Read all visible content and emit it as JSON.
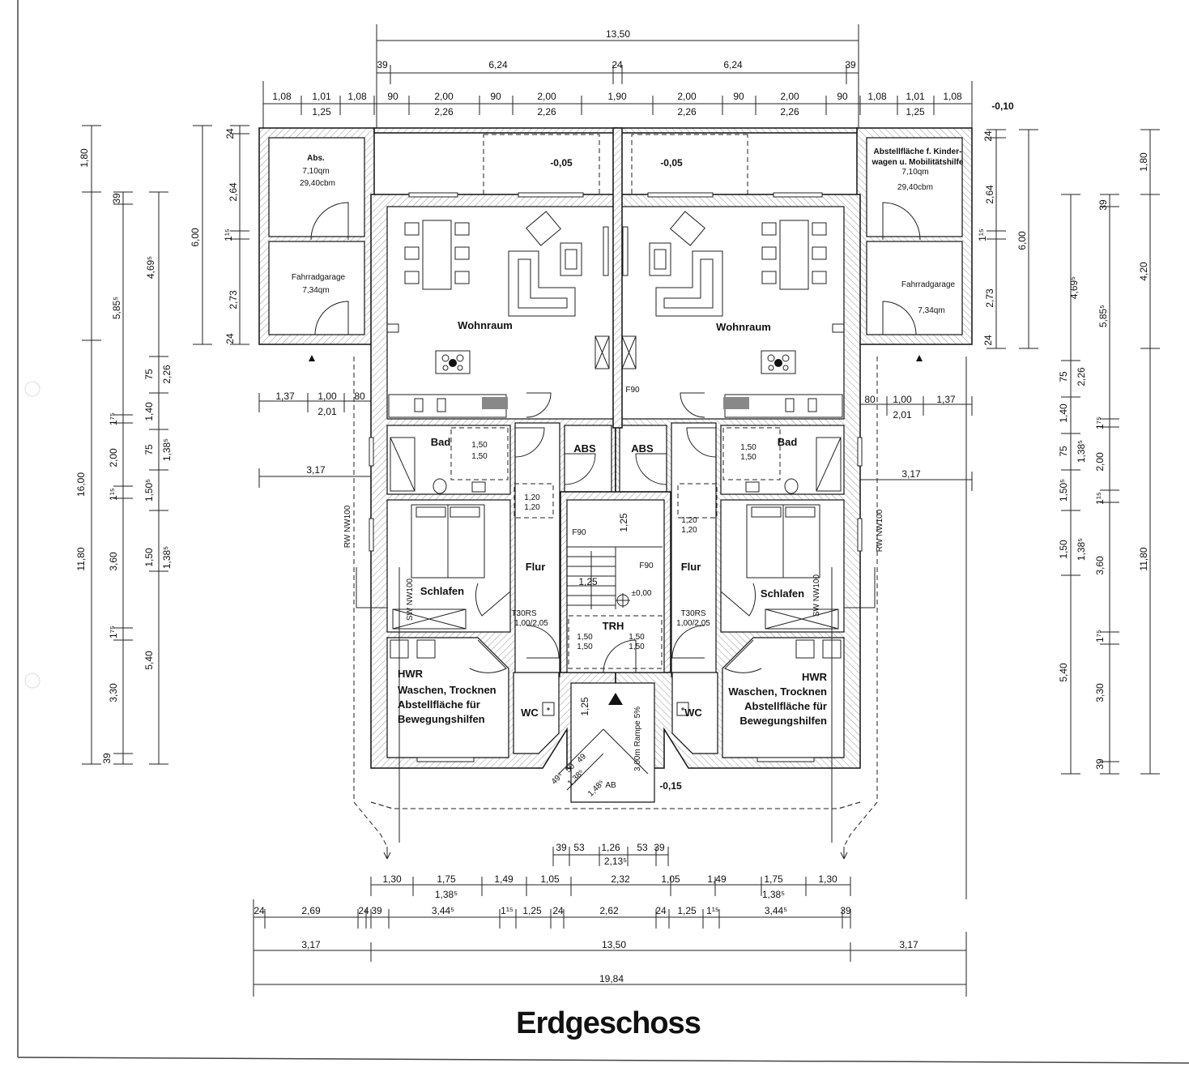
{
  "title": "Erdgeschoss",
  "level_top": "-0,10",
  "dims": {
    "top_total": "13,50",
    "top_row2": [
      "39",
      "6,24",
      "24",
      "6,24",
      "39"
    ],
    "top_row3": [
      "1,08",
      "1,01",
      "1,08",
      "90",
      "2,00",
      "90",
      "2,00",
      "1,90",
      "2,00",
      "90",
      "2,00",
      "90",
      "1,08",
      "1,01",
      "1,08"
    ],
    "top_row3b": [
      "1,25",
      "2,26",
      "2,26",
      "2,26",
      "2,26",
      "1,25"
    ],
    "left_outer": [
      "1,80",
      "16,00",
      "11,80"
    ],
    "left_col2": [
      "39",
      "5,85⁵",
      "1⁷⁵",
      "2,00",
      "1¹⁵",
      "3,60",
      "1⁷⁵",
      "3,30",
      "39"
    ],
    "left_col3": [
      "4,69⁵",
      "75",
      "2,26",
      "1,40",
      "75",
      "1,38⁵",
      "1,50⁵",
      "1,50",
      "1,38⁵",
      "5,40"
    ],
    "left_shed": [
      "6,00",
      "24",
      "2,64",
      "1¹⁵",
      "2,73",
      "24"
    ],
    "right_shed": [
      "24",
      "2,64",
      "1¹⁵",
      "2,73",
      "24",
      "6,00"
    ],
    "right_col3": [
      "4,69⁵",
      "75",
      "2,26",
      "1,40",
      "75",
      "1,38⁵",
      "1,50⁵",
      "1,50",
      "1,38⁵",
      "5,40"
    ],
    "right_col2": [
      "39",
      "5,85⁵",
      "1⁷⁵",
      "2,00",
      "1¹⁵",
      "3,60",
      "1⁷⁵",
      "3,30",
      "39"
    ],
    "right_outer": [
      "1,80",
      "4,20",
      "11,80"
    ],
    "side_left": [
      "1,37",
      "1,00",
      "80",
      "2,01",
      "3,17"
    ],
    "side_right": [
      "80",
      "1,00",
      "1,37",
      "2,01",
      "3,17"
    ],
    "bottom_ramp": [
      "39",
      "53",
      "1,26",
      "53",
      "39"
    ],
    "bottom_ramp_total": "2,13⁵",
    "bottom_row1": [
      "1,30",
      "1,75",
      "1,49",
      "1,05",
      "2,32",
      "1,05",
      "1,49",
      "1,75",
      "1,30"
    ],
    "bottom_row1b": [
      "1,38⁵",
      "1,38⁵"
    ],
    "bottom_row2": [
      "24",
      "2,69",
      "24",
      "39",
      "3,44⁵",
      "1¹⁵",
      "1,25",
      "24",
      "2,62",
      "24",
      "1,25",
      "1¹⁵",
      "3,44⁵",
      "39"
    ],
    "bottom_row3": [
      "3,17",
      "13,50",
      "3,17"
    ],
    "bottom_total": "19,84"
  },
  "sheds": {
    "left": {
      "name": "Abs.",
      "area": "7,10qm",
      "volume": "29,40cbm",
      "garage": "Fahrradgarage",
      "garage_area": "7,34qm"
    },
    "right": {
      "name1": "Abstellfläche f. Kinder-",
      "name2": "wagen u. Mobilitätshilfe",
      "area": "7,10qm",
      "volume": "29,40cbm",
      "garage": "Fahrradgarage",
      "garage_area": "7,34qm"
    }
  },
  "terrace_levels": [
    "-0,05",
    "-0,05"
  ],
  "rooms": {
    "wohnraum": "Wohnraum",
    "bad": "Bad",
    "abs": "ABS",
    "flur": "Flur",
    "schlafen": "Schlafen",
    "hwr": [
      "HWR",
      "Waschen, Trocknen",
      "Abstellfläche für",
      "Bewegungshilfen"
    ],
    "wc": "WC",
    "trh": "TRH"
  },
  "annotations": {
    "f90": "F90",
    "t30": "T30RS",
    "door_size": "1,00/2,05",
    "zero_level": "±0,00",
    "stair_width": "1,25",
    "core_depth": "1,25",
    "turn_150": "1,50",
    "turn_120": "1,20",
    "rw": "RW NW100",
    "sw": "SW NW100"
  },
  "ramp": {
    "depth": "1,25",
    "label": "3,00m Rampe 5%",
    "level": "-0,15",
    "diag": [
      "49⁵",
      "50",
      "49",
      "1,38⁵",
      "1,48⁵"
    ],
    "ab": "AB"
  }
}
